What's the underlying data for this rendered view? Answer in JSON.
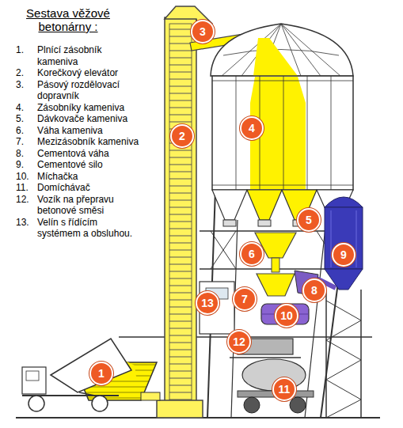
{
  "diagram": {
    "title": "Sestava věžové betonárny :",
    "nodes": [
      {
        "text": [
          "1"
        ]
      },
      {
        "text": [
          "2"
        ]
      },
      {
        "text": [
          "3"
        ]
      },
      {
        "text": [
          "4"
        ]
      },
      {
        "text": [
          "5"
        ]
      },
      {
        "text": [
          "6"
        ]
      },
      {
        "text": [
          "7"
        ]
      },
      {
        "text": [
          "8"
        ]
      },
      {
        "text": [
          "9"
        ]
      },
      {
        "text": [
          "10"
        ]
      },
      {
        "text": [
          "11"
        ]
      },
      {
        "text": [
          "12"
        ]
      },
      {
        "text": [
          "13"
        ]
      }
    ],
    "labels": [
      "1.",
      "Plnící zásobník kameniva",
      "2.",
      "Korečkový elevátor",
      "3.",
      "Pásový rozdělovací dopravník",
      "4.",
      "Zásobníky kameniva",
      "5.",
      "Dávkovače kameniva",
      "6.",
      "Váha kameniva",
      "7.",
      "Mezizásobník kameniva",
      "8.",
      "Cementová váha",
      "9.",
      "Cementové silo",
      "10.",
      "Míchačka",
      "11.",
      "Domíchávač",
      "12.",
      "Vozík na přepravu betonové směsi",
      "13.",
      "Velín s řídícím systémem a obsluhou."
    ]
  }
}
